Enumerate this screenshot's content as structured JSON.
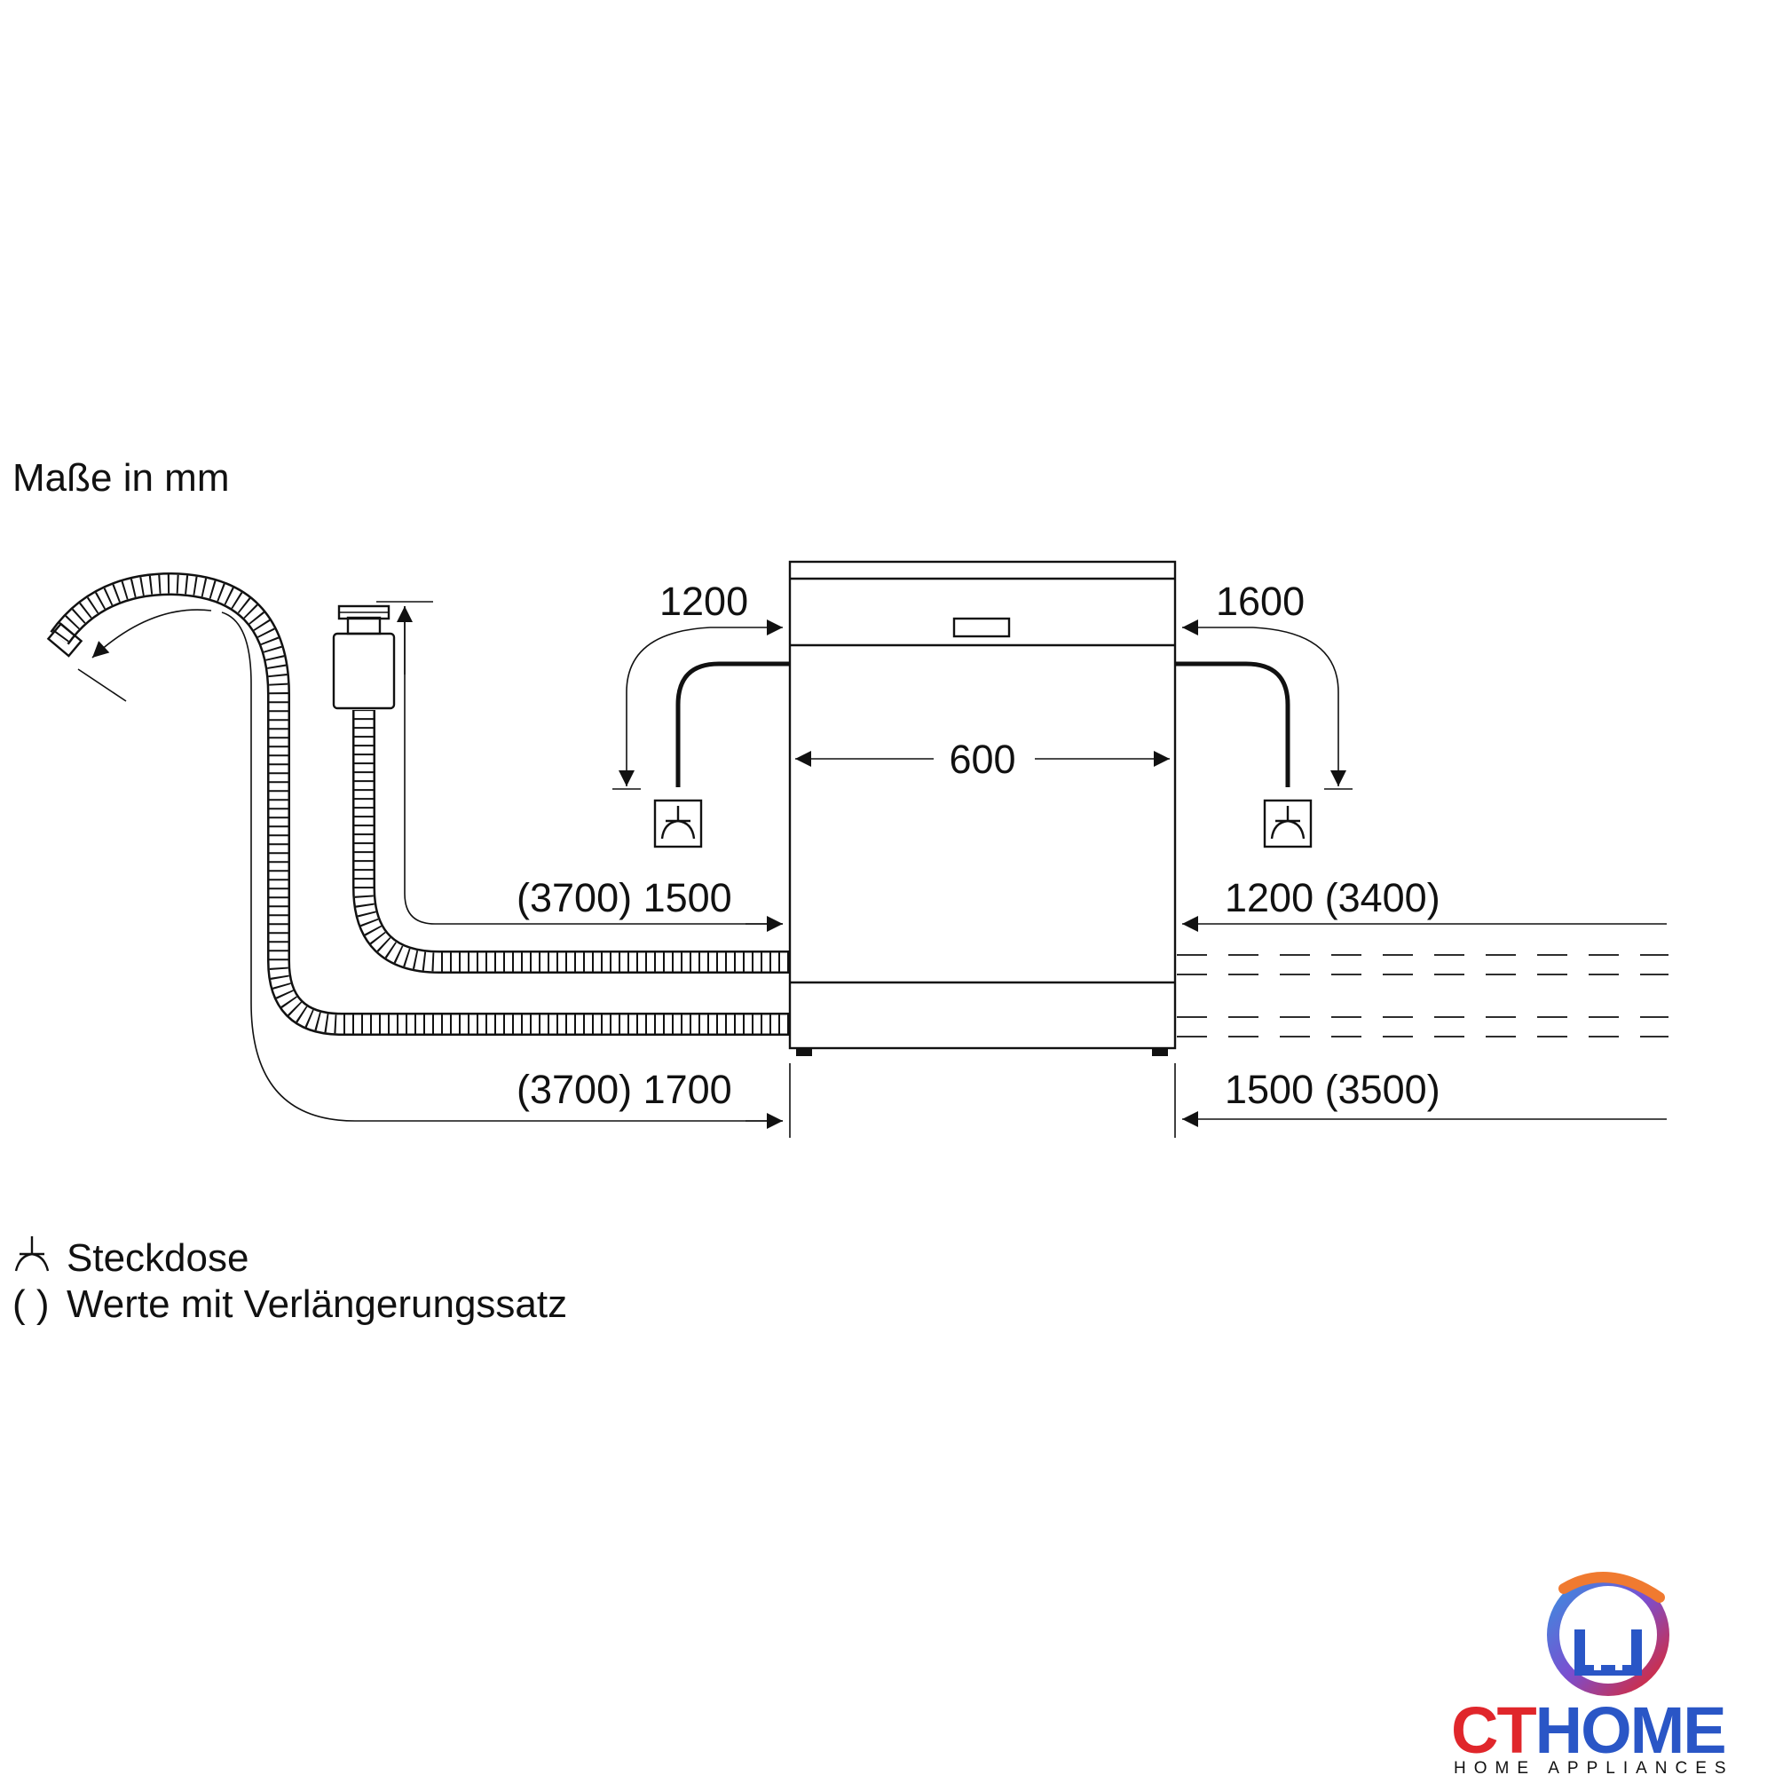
{
  "header": {
    "units_label": "Maße in mm"
  },
  "dimensions": {
    "width": "600",
    "left_socket": "1200",
    "right_socket": "1600",
    "left_inlet": "(3700) 1500",
    "left_drain": "(3700) 1700",
    "right_inlet": "1200 (3400)",
    "right_drain": "1500 (3500)"
  },
  "legend": {
    "socket_label": "Steckdose",
    "paren_symbol": "( )",
    "extension_label": "Werte mit Verlängerungssatz"
  },
  "logo": {
    "brand": "CTHOME",
    "tagline": "HOME APPLIANCES",
    "colors": {
      "ct_red": "#e0262b",
      "home_blue": "#2a56c6",
      "arc_orange": "#f07a30",
      "arc_blue": "#3a8fe0"
    }
  }
}
